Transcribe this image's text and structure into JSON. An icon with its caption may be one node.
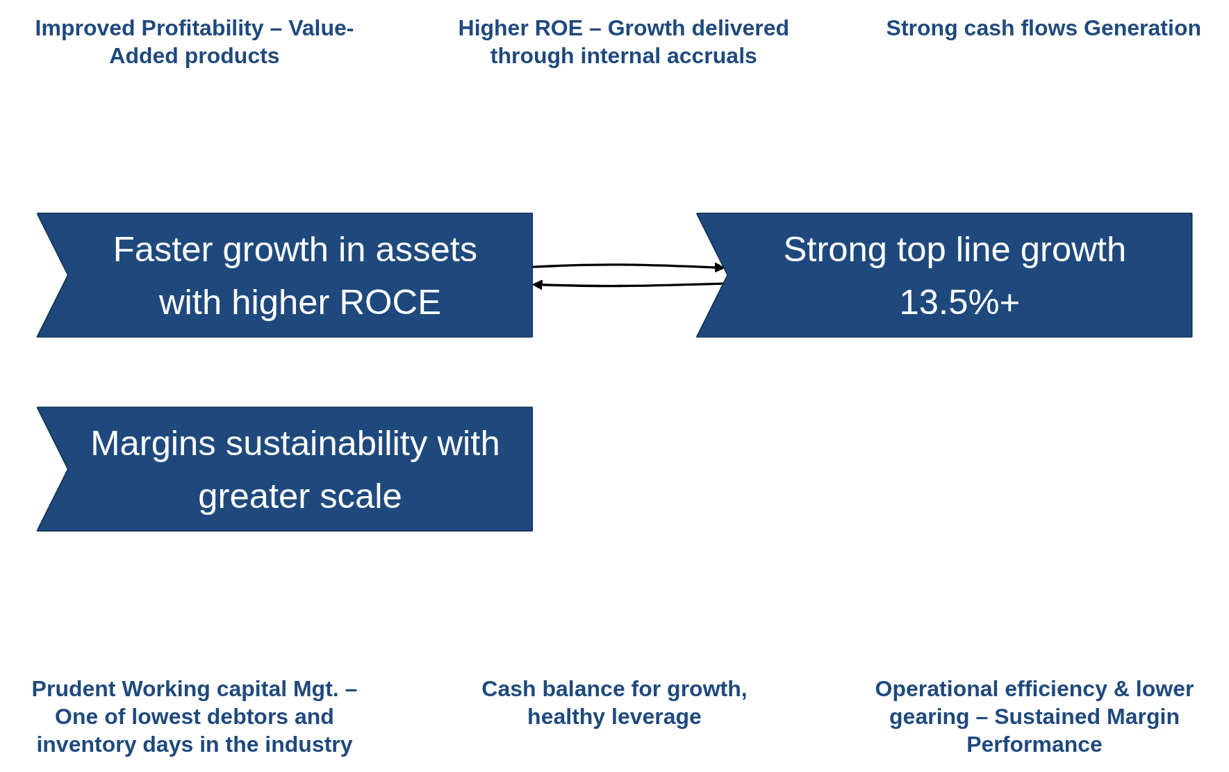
{
  "diagram": {
    "nodes": [
      {
        "text": [
          "Faster growth in assets with higher ROCE"
        ]
      },
      {
        "text": [
          "Margins sustainability with greater scale"
        ]
      },
      {
        "text": [
          "Strong top line growth 13.5%+"
        ]
      }
    ],
    "edges": [
      {
        "from": 0,
        "to": 2,
        "arrow": "to"
      },
      {
        "from": 2,
        "to": 0,
        "arrow": "to"
      }
    ],
    "labels": [
      "Improved Profitability – Value-Added products",
      "Higher ROE – Growth delivered through internal accruals",
      "Strong cash flows Generation",
      "Prudent Working capital Mgt. – One of lowest debtors and inventory days in the industry",
      "Cash balance for growth, healthy leverage",
      "Operational efficiency & lower gearing – Sustained Margin Performance"
    ]
  }
}
